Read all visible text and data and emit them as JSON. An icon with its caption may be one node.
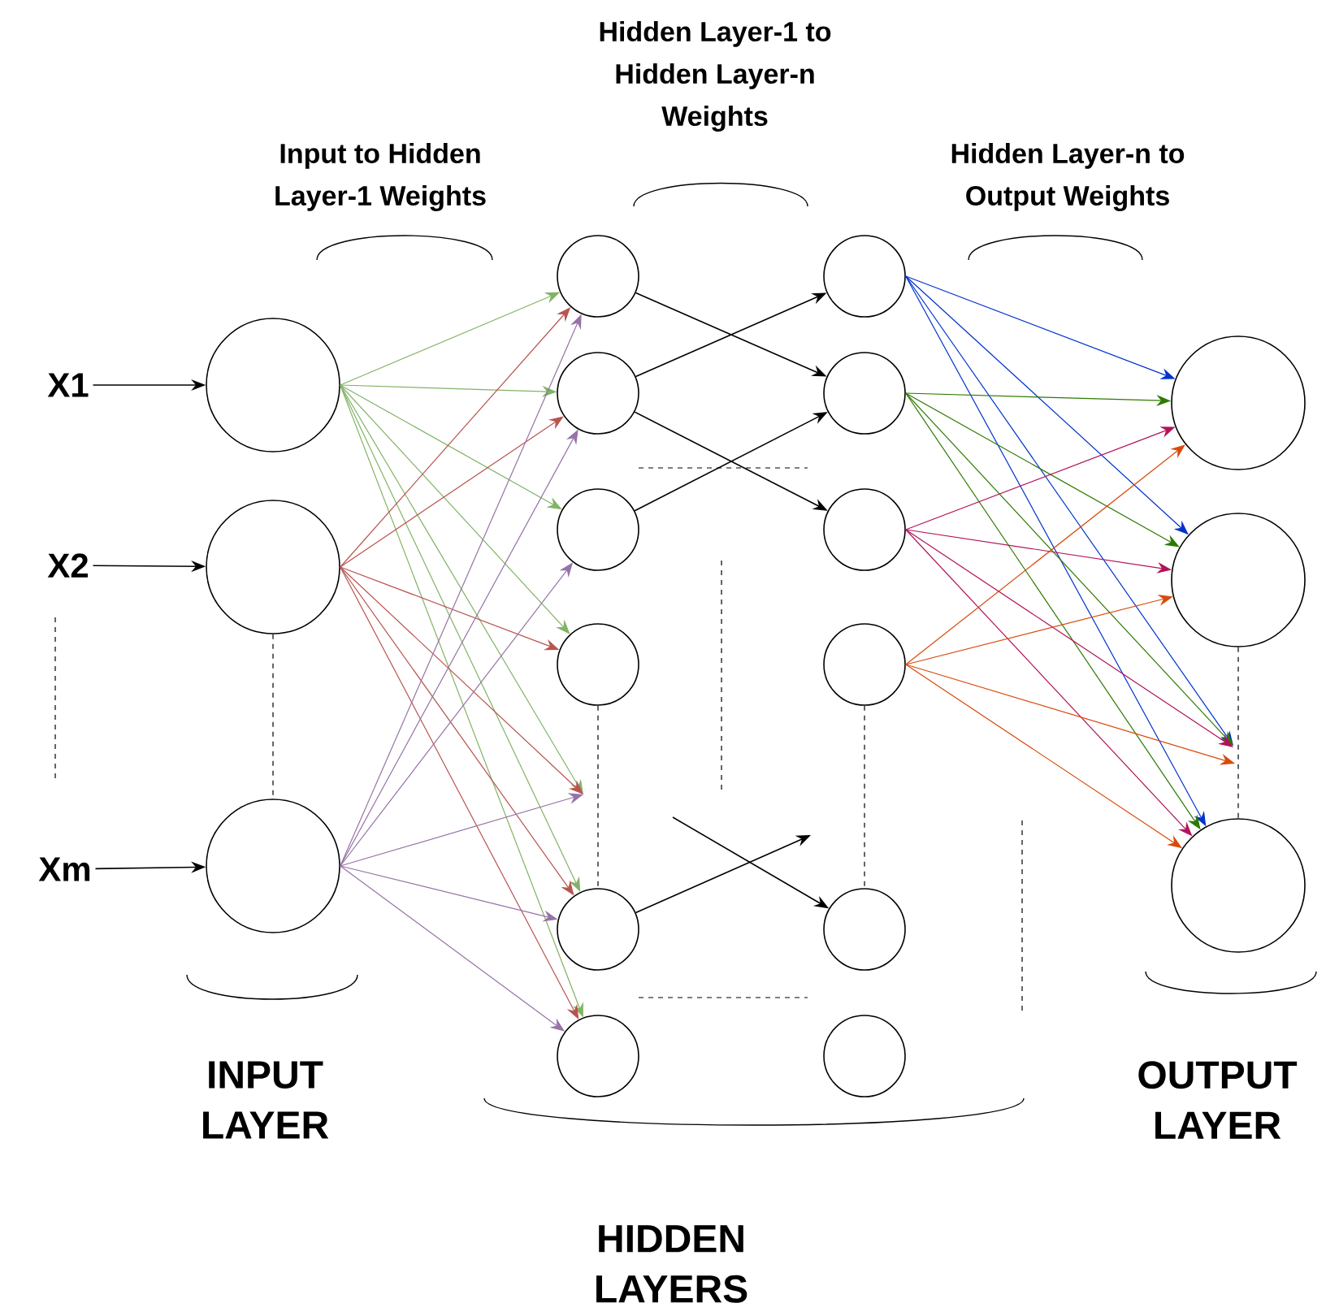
{
  "diagram": {
    "nodes": [
      {
        "text": [
          "X1"
        ]
      },
      {
        "text": [
          "X2"
        ]
      },
      {
        "text": [
          "Xm"
        ]
      },
      {
        "text": [],
        "shape": "circle"
      },
      {
        "text": [],
        "shape": "circle"
      },
      {
        "text": [],
        "shape": "circle"
      },
      {
        "text": [],
        "shape": "circle"
      },
      {
        "text": [],
        "shape": "circle"
      },
      {
        "text": [],
        "shape": "circle"
      },
      {
        "text": [],
        "shape": "circle"
      },
      {
        "text": [],
        "shape": "circle"
      },
      {
        "text": [],
        "shape": "circle"
      },
      {
        "text": [],
        "shape": "circle"
      },
      {
        "text": [],
        "shape": "circle"
      },
      {
        "text": [],
        "shape": "circle"
      },
      {
        "text": [],
        "shape": "circle"
      },
      {
        "text": [],
        "shape": "circle"
      },
      {
        "text": [],
        "shape": "circle"
      },
      {
        "text": [],
        "shape": "circle"
      },
      {
        "text": [],
        "shape": "circle"
      },
      {
        "text": [],
        "shape": "circle"
      }
    ],
    "edges": [
      {
        "from": 0,
        "to": 3,
        "arrow": "to"
      },
      {
        "from": 1,
        "to": 4,
        "arrow": "to"
      },
      {
        "from": 2,
        "to": 5,
        "arrow": "to"
      },
      {
        "from": 3,
        "to": 6,
        "arrow": "to",
        "color": "#82b366"
      },
      {
        "from": 3,
        "to": 7,
        "arrow": "to",
        "color": "#82b366"
      },
      {
        "from": 3,
        "to": 8,
        "arrow": "to",
        "color": "#82b366"
      },
      {
        "from": 3,
        "to": 9,
        "arrow": "to",
        "color": "#82b366"
      },
      {
        "from": 3,
        "to": null,
        "arrow": "to",
        "color": "#82b366"
      },
      {
        "from": 3,
        "to": 10,
        "arrow": "to",
        "color": "#82b366"
      },
      {
        "from": 3,
        "to": 11,
        "arrow": "to",
        "color": "#82b366"
      },
      {
        "from": 4,
        "to": 6,
        "arrow": "to",
        "color": "#b85450"
      },
      {
        "from": 4,
        "to": 7,
        "arrow": "to",
        "color": "#b85450"
      },
      {
        "from": 4,
        "to": 9,
        "arrow": "to",
        "color": "#b85450"
      },
      {
        "from": 4,
        "to": null,
        "arrow": "to",
        "color": "#b85450"
      },
      {
        "from": 4,
        "to": 10,
        "arrow": "to",
        "color": "#b85450"
      },
      {
        "from": 4,
        "to": 11,
        "arrow": "to",
        "color": "#b85450"
      },
      {
        "from": 5,
        "to": 6,
        "arrow": "to",
        "color": "#9673a6"
      },
      {
        "from": 5,
        "to": 7,
        "arrow": "to",
        "color": "#9673a6"
      },
      {
        "from": 5,
        "to": 8,
        "arrow": "to",
        "color": "#9673a6"
      },
      {
        "from": 5,
        "to": null,
        "arrow": "to",
        "color": "#9673a6"
      },
      {
        "from": 5,
        "to": 10,
        "arrow": "to",
        "color": "#9673a6"
      },
      {
        "from": 5,
        "to": 11,
        "arrow": "to",
        "color": "#9673a6"
      },
      {
        "from": 6,
        "to": 13,
        "arrow": "to"
      },
      {
        "from": 7,
        "to": 12,
        "arrow": "to"
      },
      {
        "from": 7,
        "to": 14,
        "arrow": "to"
      },
      {
        "from": 8,
        "to": 13,
        "arrow": "to"
      },
      {
        "from": null,
        "to": 16,
        "arrow": "to"
      },
      {
        "from": 10,
        "to": null,
        "arrow": "to"
      },
      {
        "from": 12,
        "to": 18,
        "arrow": "to",
        "color": "#0033cc"
      },
      {
        "from": 12,
        "to": 19,
        "arrow": "to",
        "color": "#0033cc"
      },
      {
        "from": 12,
        "to": null,
        "arrow": "to",
        "color": "#0033cc"
      },
      {
        "from": 12,
        "to": 20,
        "arrow": "to",
        "color": "#0033cc"
      },
      {
        "from": 13,
        "to": 18,
        "arrow": "to",
        "color": "#2d7a00"
      },
      {
        "from": 13,
        "to": 19,
        "arrow": "to",
        "color": "#2d7a00"
      },
      {
        "from": 13,
        "to": null,
        "arrow": "to",
        "color": "#2d7a00"
      },
      {
        "from": 13,
        "to": 20,
        "arrow": "to",
        "color": "#2d7a00"
      },
      {
        "from": 14,
        "to": 18,
        "arrow": "to",
        "color": "#b3125a"
      },
      {
        "from": 14,
        "to": 19,
        "arrow": "to",
        "color": "#b3125a"
      },
      {
        "from": 14,
        "to": null,
        "arrow": "to",
        "color": "#b3125a"
      },
      {
        "from": 14,
        "to": 20,
        "arrow": "to",
        "color": "#b3125a"
      },
      {
        "from": 15,
        "to": 18,
        "arrow": "to",
        "color": "#d84a0c"
      },
      {
        "from": 15,
        "to": 19,
        "arrow": "to",
        "color": "#d84a0c"
      },
      {
        "from": 15,
        "to": null,
        "arrow": "to",
        "color": "#d84a0c"
      },
      {
        "from": 15,
        "to": 20,
        "arrow": "to",
        "color": "#d84a0c"
      },
      {
        "from": 4,
        "to": 5,
        "arrow": "none",
        "style": "dashed"
      },
      {
        "from": 9,
        "to": 10,
        "arrow": "none",
        "style": "dashed"
      },
      {
        "from": 15,
        "to": 16,
        "arrow": "none",
        "style": "dashed"
      },
      {
        "from": 19,
        "to": 20,
        "arrow": "none",
        "style": "dashed"
      }
    ],
    "labels": [
      "Hidden Layer-1 to Hidden Layer-n Weights",
      "Input to Hidden Layer-1 Weights",
      "Hidden Layer-n to Output Weights",
      "INPUT LAYER",
      "OUTPUT LAYER",
      "HIDDEN LAYERS"
    ]
  }
}
